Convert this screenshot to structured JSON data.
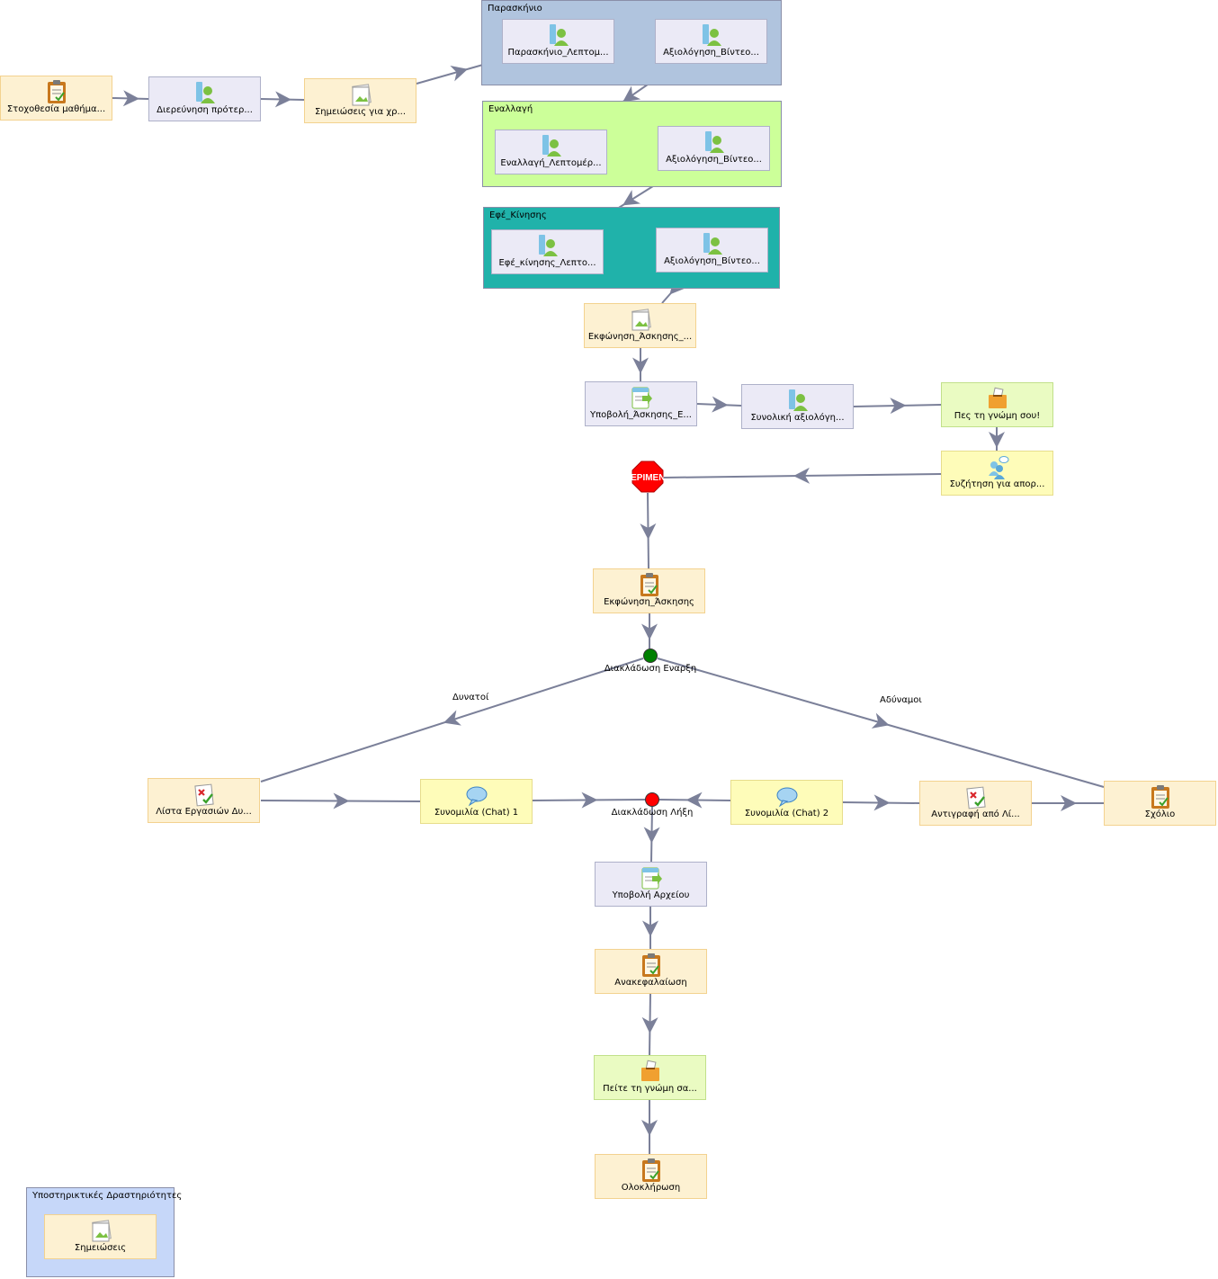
{
  "groups": {
    "background": {
      "label": "Παρασκήνιο",
      "color": "#b0c4de"
    },
    "switch": {
      "label": "Εναλλαγή",
      "color": "#ccff99"
    },
    "motion": {
      "label": "Εφέ_Κίνησης",
      "color": "#20b2aa"
    },
    "support": {
      "label": "Υποστηρικτικές Δραστηριότητες",
      "color": "#c6d7f9"
    }
  },
  "nodes": {
    "goals": "Στοχοθεσία μαθήμα...",
    "explore": "Διερεύνηση πρότερ...",
    "notes_use": "Σημειώσεις για χρ...",
    "bg_detail": "Παρασκήνιο_Λεπτομ...",
    "bg_eval": "Αξιολόγηση_Βίντεο...",
    "sw_detail": "Εναλλαγή_Λεπτομέρ...",
    "sw_eval": "Αξιολόγηση_Βίντεο...",
    "mo_detail": "Εφέ_κίνησης_Λεπτο...",
    "mo_eval": "Αξιολόγηση_Βίντεο...",
    "ex_statement1": "Εκφώνηση_Άσκησης_...",
    "ex_submit": "Υποβολή_Άσκησης_Ε...",
    "total_eval": "Συνολική αξιολόγη...",
    "opinion": "Πες τη γνώμη σου!",
    "discussion": "Συζήτηση για απορ...",
    "ex_statement2": "Εκφώνηση_Άσκησης",
    "task_list": "Λίστα Εργασιών Δυ...",
    "chat1": "Συνομιλία (Chat) 1",
    "chat2": "Συνομιλία (Chat) 2",
    "copy_from": "Αντιγραφή από Λί...",
    "comment": "Σχόλιο",
    "file_submit": "Υποβολή Αρχείου",
    "summary": "Ανακεφαλαίωση",
    "opinion2": "Πείτε τη γνώμη σα...",
    "completion": "Ολοκλήρωση",
    "notes": "Σημειώσεις"
  },
  "stop": {
    "text": "ΠΕΡΙΜΕΝΕ",
    "color": "#ff0000"
  },
  "gates": {
    "start": {
      "label": "Διακλάδωση Εναρξη",
      "color": "#008000"
    },
    "end": {
      "label": "Διακλάδωση Λήξη",
      "color": "#ff0000"
    }
  },
  "branches": {
    "strong": "Δυνατοί",
    "weak": "Αδύναμοι"
  },
  "colors": {
    "edge": "#7b8099"
  }
}
